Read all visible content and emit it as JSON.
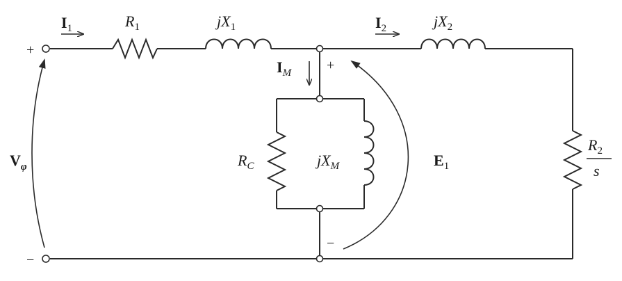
{
  "diagram": {
    "terminal_plus": "+",
    "terminal_minus": "−",
    "source": {
      "letter": "V",
      "sub": "φ"
    },
    "current_1": {
      "letter": "I",
      "sub": "1"
    },
    "current_2": {
      "letter": "I",
      "sub": "2"
    },
    "current_m": {
      "letter": "I",
      "sub": "M"
    },
    "r1": {
      "letter": "R",
      "sub": "1"
    },
    "x1": {
      "prefix": "jX",
      "sub": "1"
    },
    "x2": {
      "prefix": "jX",
      "sub": "2"
    },
    "rc": {
      "letter": "R",
      "sub": "C"
    },
    "xm": {
      "prefix": "jX",
      "sub": "M"
    },
    "emf": {
      "letter": "E",
      "sub": "1"
    },
    "emf_plus": "+",
    "emf_minus": "−",
    "r2": {
      "num_letter": "R",
      "num_sub": "2",
      "den": "s"
    }
  }
}
